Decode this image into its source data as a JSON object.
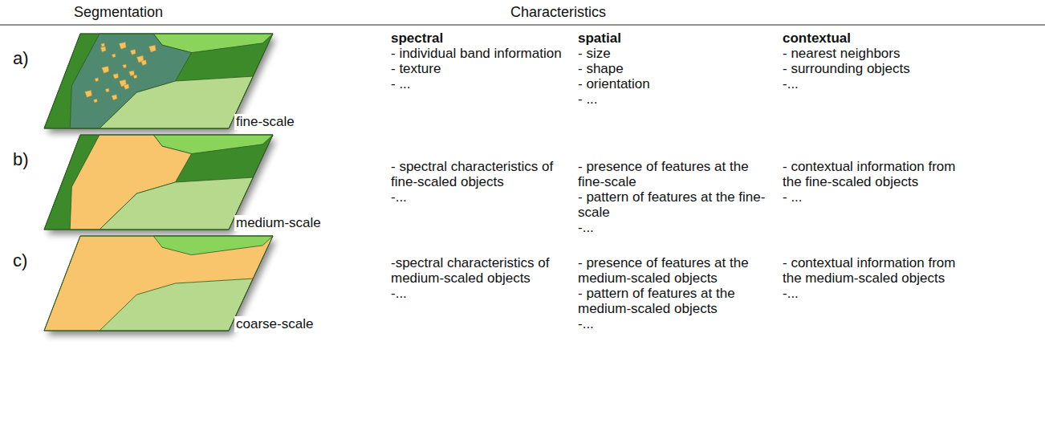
{
  "diagram": {
    "labels": [
      "Segmentation",
      "Characteristics",
      "a)",
      "spectral",
      "- individual band information",
      "- texture",
      "- ...",
      "spatial",
      "- size",
      "- shape",
      "- orientation",
      "- ...",
      "contextual",
      "- nearest neighbors",
      "- surrounding objects",
      "-...",
      "fine-scale",
      "b)",
      "- spectral characteristics of fine-scaled objects",
      "-...",
      "- presence of features at the fine-scale",
      "- pattern of features at the fine-scale",
      "-...",
      "- contextual information from the fine-scaled objects",
      "- ...",
      "medium-scale",
      "c)",
      "-spectral characteristics of medium-scaled objects",
      "-...",
      "- presence of features at the medium-scaled objects",
      "- pattern of features at the medium-scaled objects",
      "-...",
      "- contextual information from the medium-scaled objects",
      "-...",
      "coarse-scale"
    ]
  }
}
